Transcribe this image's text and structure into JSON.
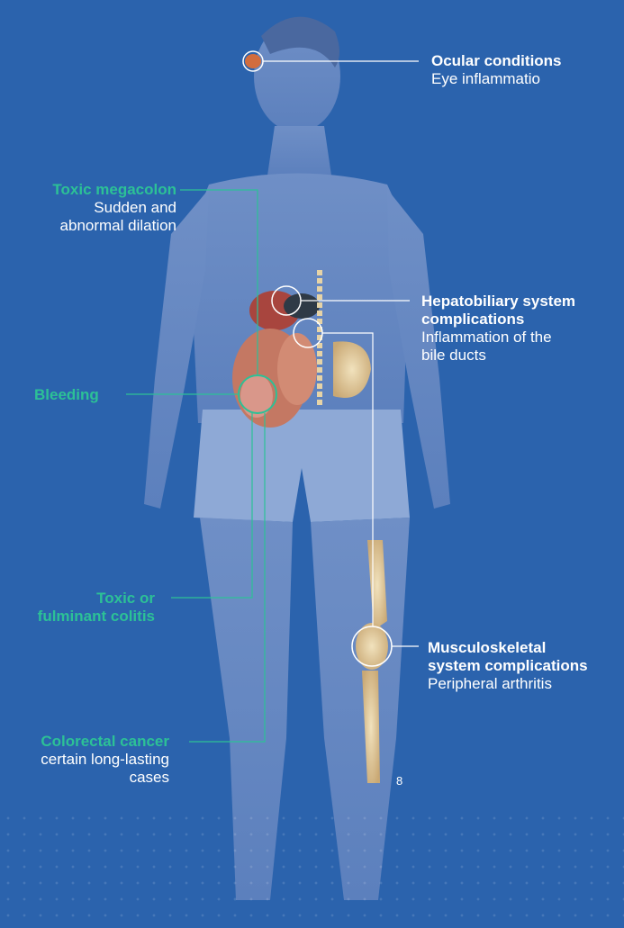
{
  "labels": {
    "ocular": {
      "title": "Ocular conditions",
      "sub": "Eye inflammatio"
    },
    "toxic_megacolon": {
      "title": "Toxic megacolon",
      "sub1": "Sudden and",
      "sub2": "abnormal dilation"
    },
    "hepatobiliary": {
      "title1": "Hepatobiliary system",
      "title2": "complications",
      "sub1": "Inflammation of the",
      "sub2": "bile ducts"
    },
    "bleeding": {
      "title": "Bleeding"
    },
    "toxic_colitis": {
      "title1": "Toxic or",
      "title2": "fulminant colitis"
    },
    "musculoskeletal": {
      "title1": "Musculoskeletal",
      "title2": "system complications",
      "sub": "Peripheral arthritis"
    },
    "colorectal": {
      "title": "Colorectal cancer",
      "sub1": "certain long-lasting",
      "sub2": "cases"
    }
  },
  "page_number": "8",
  "colors": {
    "background": "#2b63ad",
    "accent_green": "#2cc196",
    "text_white": "#ffffff"
  }
}
